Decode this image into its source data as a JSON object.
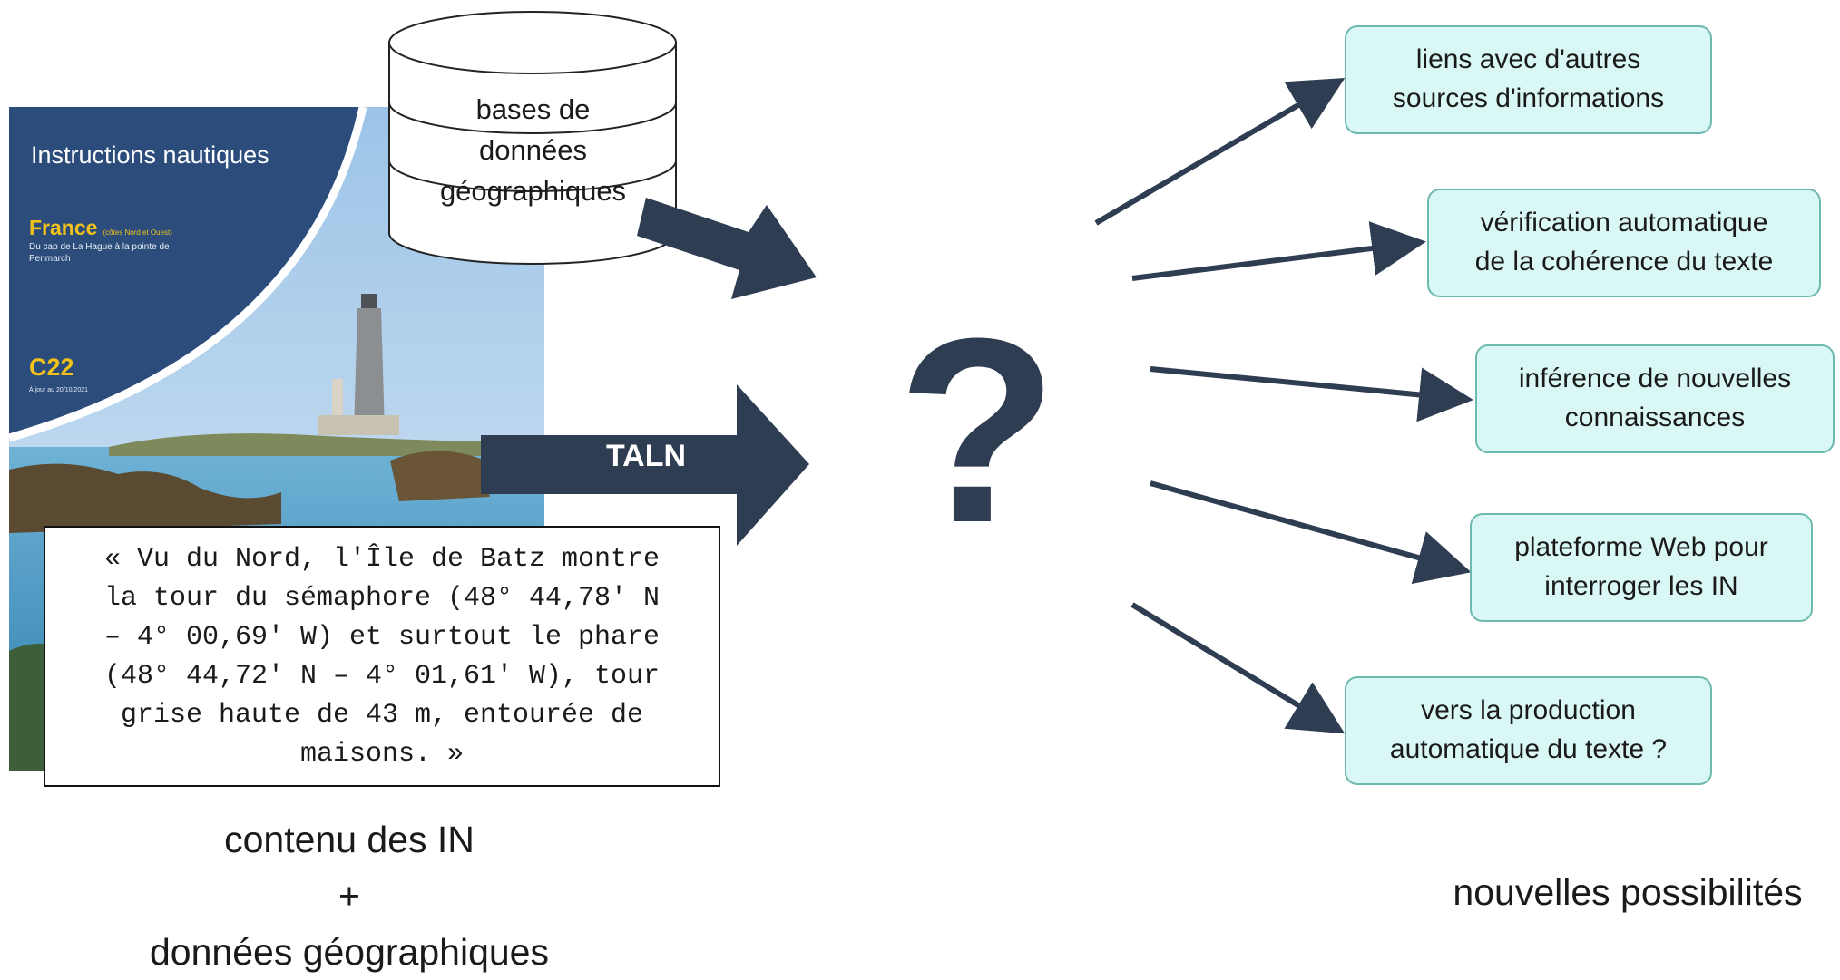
{
  "cover": {
    "title": "Instructions nautiques",
    "country": "France",
    "country_note": "(côtes Nord et Ouest)",
    "subtitle": "Du cap de La Hague à la pointe de Penmarch",
    "code": "C22",
    "date": "À jour au 20/10/2021"
  },
  "database": {
    "label_lines": [
      "bases de",
      "données",
      "géographiques"
    ]
  },
  "quote": {
    "lines": [
      "« Vu du Nord, l'Île de Batz montre",
      "la tour du sémaphore (48° 44,78' N",
      "– 4° 00,69' W) et surtout le phare",
      "(48° 44,72' N – 4° 01,61' W), tour",
      "grise haute de 43 m, entourée de",
      "maisons. »"
    ]
  },
  "taln_label": "TALN",
  "question_mark": "?",
  "results": [
    {
      "lines": [
        "liens avec d'autres",
        "sources d'informations"
      ]
    },
    {
      "lines": [
        "vérification automatique",
        "de la cohérence du texte"
      ]
    },
    {
      "lines": [
        "inférence de nouvelles",
        "connaissances"
      ]
    },
    {
      "lines": [
        "plateforme Web pour",
        "interroger les IN"
      ]
    },
    {
      "lines": [
        "vers la production",
        "automatique du texte ?"
      ]
    }
  ],
  "caption_left": {
    "lines": [
      "contenu des IN",
      "+",
      "données géographiques"
    ]
  },
  "caption_right": "nouvelles possibilités",
  "colors": {
    "arrow": "#2e3d51",
    "box_fill": "#d9f7f4",
    "box_border": "#6db9ae",
    "cover_blue": "#2c4d7c",
    "cover_yellow": "#f2c21a"
  },
  "icons": [
    "database-cylinder-icon",
    "lighthouse-icon"
  ]
}
